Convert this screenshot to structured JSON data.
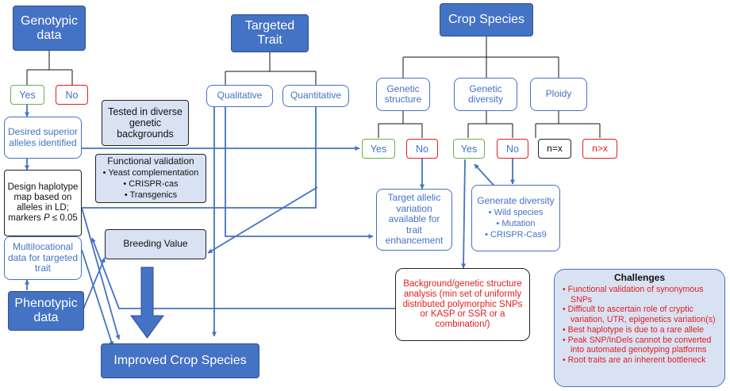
{
  "nodes": {
    "genotypic_data": "Genotypic data",
    "targeted_trait": "Targeted Trait",
    "crop_species": "Crop Species",
    "yes": "Yes",
    "no": "No",
    "qualitative": "Qualitative",
    "quantitative": "Quantitative",
    "genetic_structure": "Genetic structure",
    "genetic_diversity": "Genetic diversity",
    "ploidy": "Ploidy",
    "desired_alleles": "Desired superior alleles identified",
    "tested_diverse": "Tested in diverse genetic backgrounds",
    "n_eq_x": "n=x",
    "n_gt_x": "n>x",
    "design_haplotype_prefix": "Design haplotype map based on alleles in LD; markers ",
    "design_haplotype_p": "P",
    "design_haplotype_suffix": " ≤ 0.05",
    "functional_validation_title": "Functional validation",
    "functional_validation_items": [
      "Yeast complementation",
      "CRISPR-cas",
      "Transgenics"
    ],
    "target_allelic": "Target allelic variation available for trait enhancement",
    "generate_diversity_title": "Generate diversity",
    "generate_diversity_items": [
      "Wild species",
      "Mutation",
      "CRISPR-Cas9"
    ],
    "multilocational": "Multilocational data for targeted trait",
    "breeding_value": "Breeding Value",
    "phenotypic_data": "Phenotypic data",
    "background_analysis": "Background/genetic structure analysis (min set of uniformly distributed polymorphic SNPs or KASP or SSR or a combination/)",
    "improved_crop": "Improved Crop Species"
  },
  "challenges": {
    "title": "Challenges",
    "items": [
      "Functional validation of synonymous SNPs",
      "Difficult to ascertain role of cryptic variation, UTR, epigenetics variation(s)",
      "Best haplotype is due to a rare allele",
      "Peak SNP/InDels cannot be converted into automated genotyping platforms",
      "Root traits are an inherent bottleneck"
    ]
  },
  "colors": {
    "dark_fill": "#4472c4",
    "light_fill": "#d9e2f3",
    "yes_border": "#70ad47",
    "no_border": "#e02020",
    "text_blue": "#4472c4",
    "text_red": "#e02020"
  }
}
